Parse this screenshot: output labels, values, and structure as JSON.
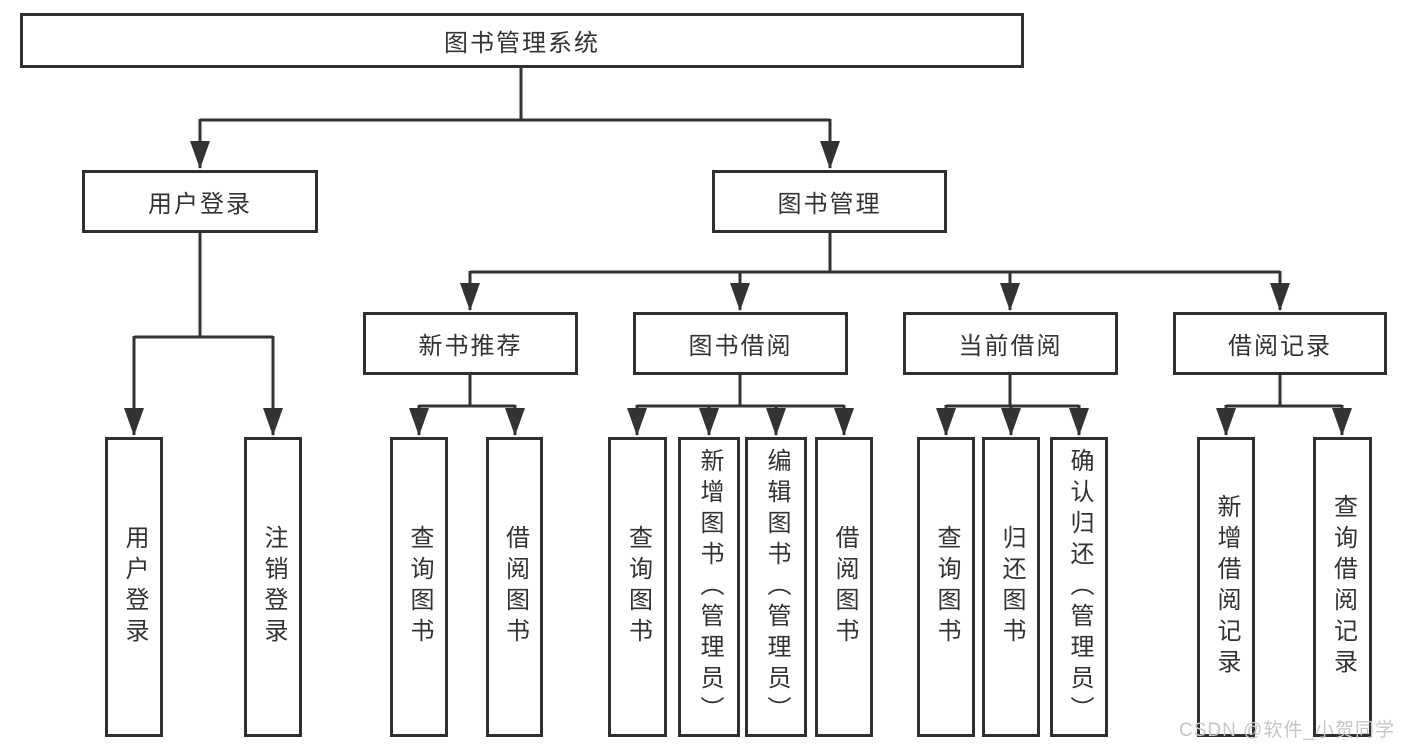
{
  "diagram": {
    "root": {
      "label": "图书管理系统"
    },
    "children": [
      {
        "label": "用户登录",
        "children": [
          {
            "label": "用户登录"
          },
          {
            "label": "注销登录"
          }
        ]
      },
      {
        "label": "图书管理",
        "children": [
          {
            "label": "新书推荐",
            "children": [
              {
                "label": "查询图书"
              },
              {
                "label": "借阅图书"
              }
            ]
          },
          {
            "label": "图书借阅",
            "children": [
              {
                "label": "查询图书"
              },
              {
                "label": "新增图书（管理员）"
              },
              {
                "label": "编辑图书（管理员）"
              },
              {
                "label": "借阅图书"
              }
            ]
          },
          {
            "label": "当前借阅",
            "children": [
              {
                "label": "查询图书"
              },
              {
                "label": "归还图书"
              },
              {
                "label": "确认归还（管理员）"
              }
            ]
          },
          {
            "label": "借阅记录",
            "children": [
              {
                "label": "新增借阅记录"
              },
              {
                "label": "查询借阅记录"
              }
            ]
          }
        ]
      }
    ]
  },
  "watermark": {
    "text": "CSDN @软件_小贺同学"
  },
  "colors": {
    "background": "#ffffff",
    "line": "#333333",
    "border": "#2f2f2f",
    "text": "#333333",
    "watermark": "#c6c6c6"
  }
}
